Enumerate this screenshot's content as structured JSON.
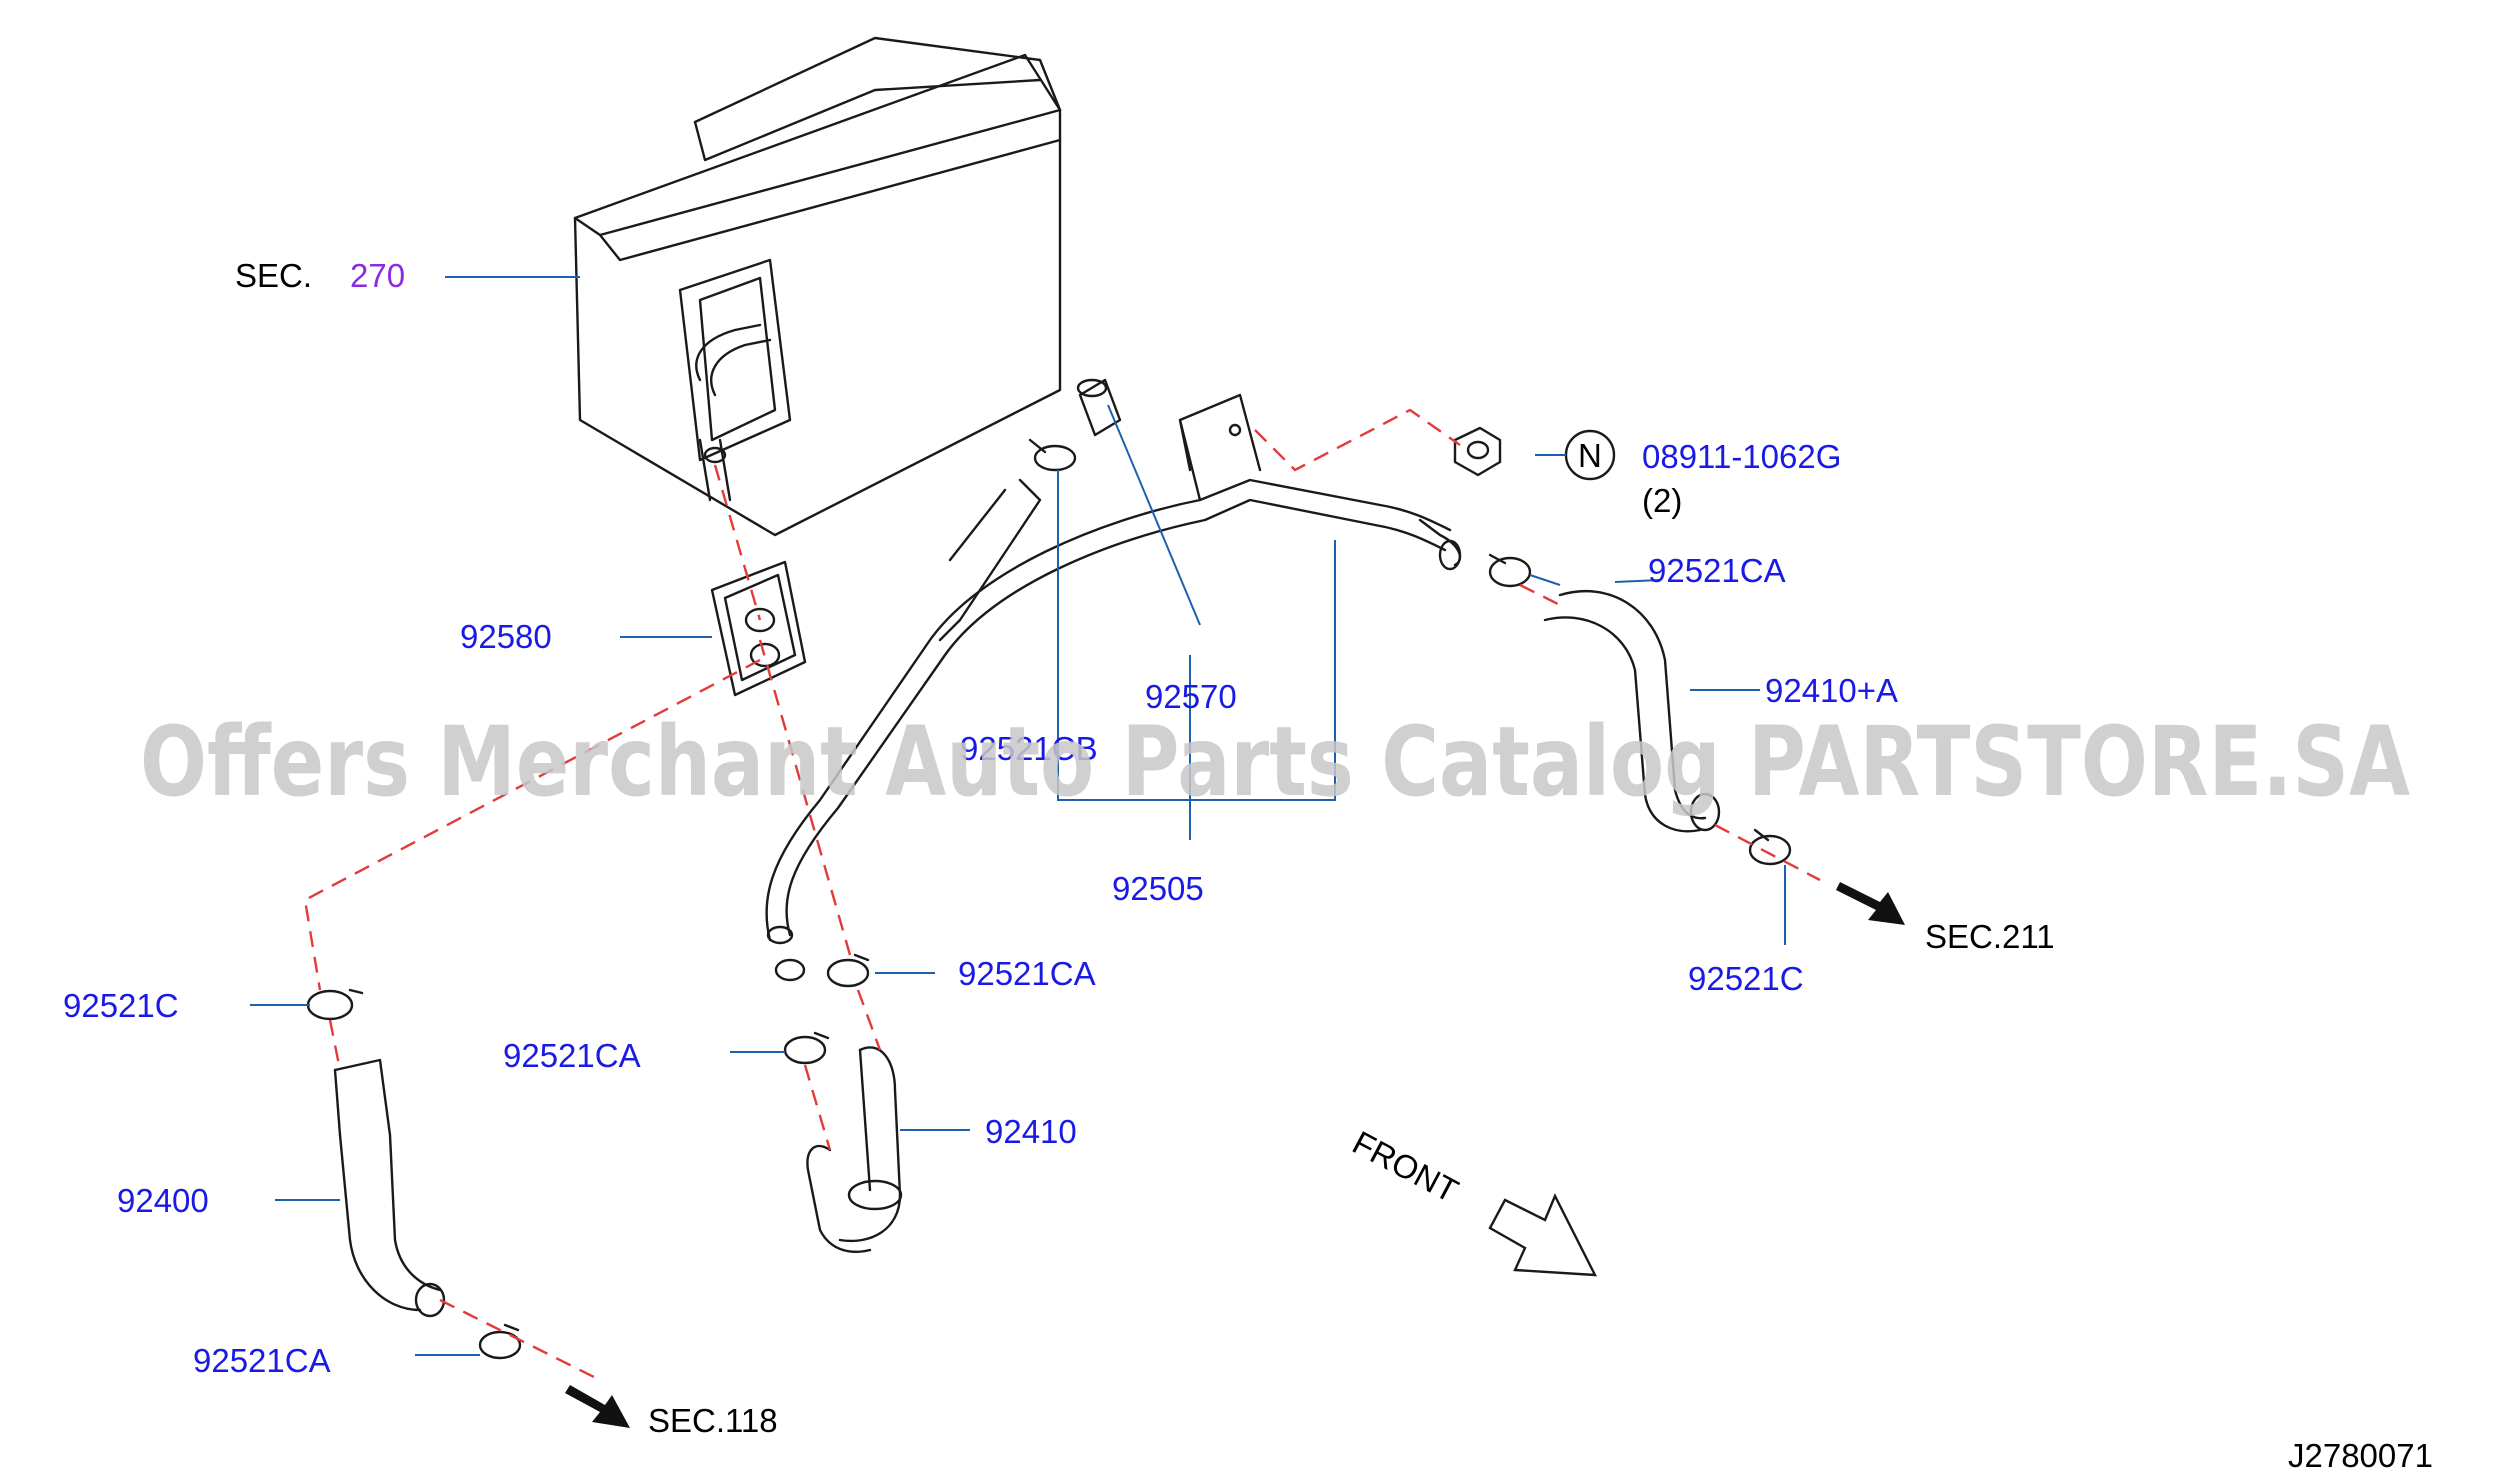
{
  "labels": {
    "sec_270_prefix": "SEC.",
    "sec_270_number": "270",
    "p_92580": "92580",
    "p_92521cb": "92521CB",
    "p_92570": "92570",
    "p_92505": "92505",
    "p_nut_code": "N",
    "p_08911": "08911-1062G",
    "p_08911_qty": "(2)",
    "p_92521ca_right": "92521CA",
    "p_92410a": "92410+A",
    "p_92521c_right": "92521C",
    "sec_211": "SEC.211",
    "p_92521c_left": "92521C",
    "p_92521ca_mid1": "92521CA",
    "p_92521ca_mid2": "92521CA",
    "p_92410": "92410",
    "p_92400": "92400",
    "p_92521ca_bottom": "92521CA",
    "sec_118": "SEC.118",
    "front": "FRONT",
    "diagram_id": "J2780071"
  },
  "watermark": "Offers Merchant Auto Parts Catalog PARTSTORE.SA",
  "colors": {
    "part_label": "#1a1ae6",
    "section_label": "#000000",
    "section_number": "#8a2be2",
    "leader_line": "#1f5faf",
    "dashed_path": "#e23b3b",
    "outline": "#1a1a1a",
    "watermark": "#c8c8c8"
  }
}
